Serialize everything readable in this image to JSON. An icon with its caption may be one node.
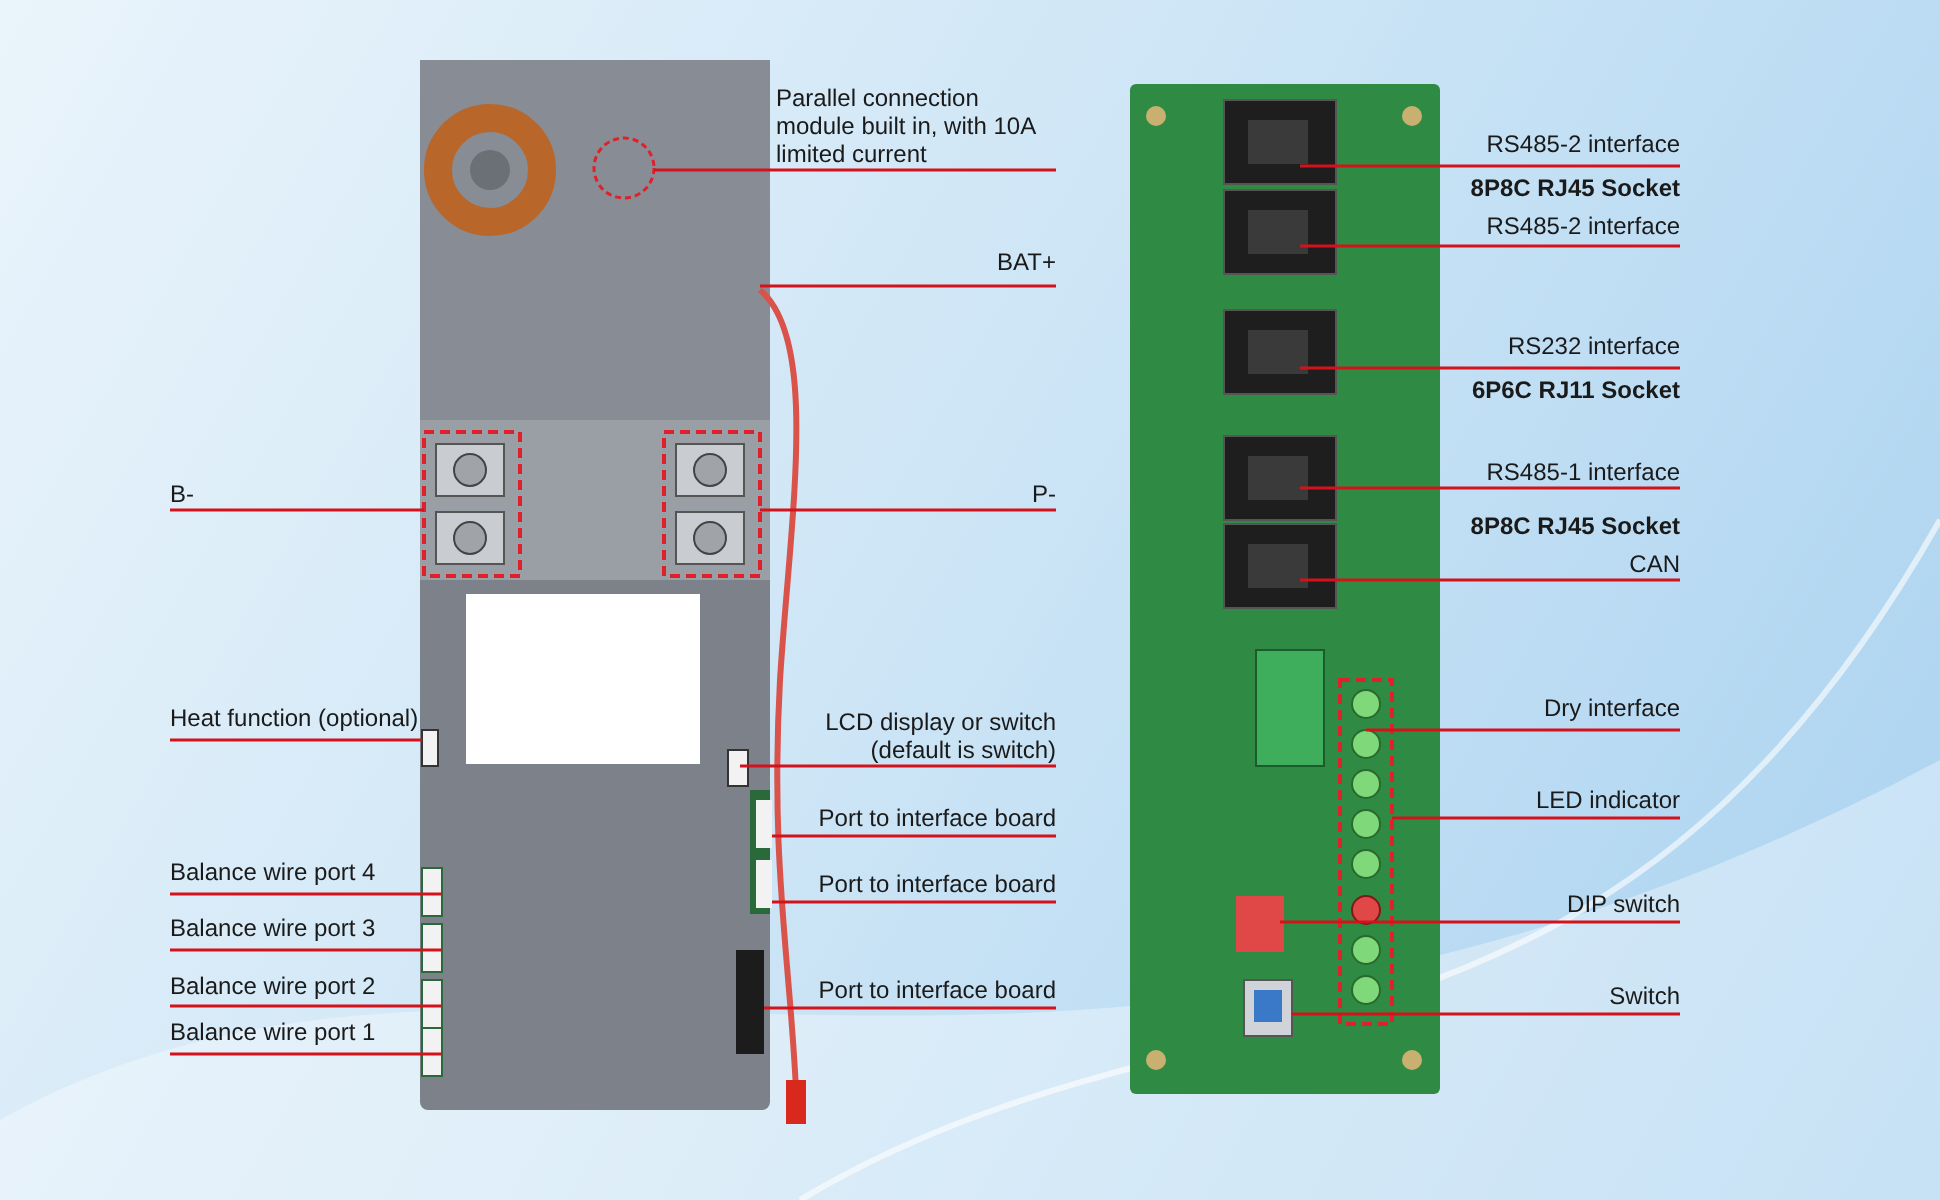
{
  "diagram": {
    "nodes": [
      {
        "text": [
          "Parallel connection module built in, with 10A limited current"
        ]
      },
      {
        "text": [
          "BAT+"
        ]
      },
      {
        "text": [
          "B-"
        ]
      },
      {
        "text": [
          "P-"
        ]
      },
      {
        "text": [
          "Heat function (optional)"
        ]
      },
      {
        "text": [
          "LCD display or switch (default is switch)"
        ]
      },
      {
        "text": [
          "Port to interface board"
        ]
      },
      {
        "text": [
          "Port to interface board"
        ]
      },
      {
        "text": [
          "Port to interface board"
        ]
      },
      {
        "text": [
          "Balance wire port 4"
        ]
      },
      {
        "text": [
          "Balance wire port 3"
        ]
      },
      {
        "text": [
          "Balance wire port 2"
        ]
      },
      {
        "text": [
          "Balance wire port 1"
        ]
      },
      {
        "text": [
          "RS485-2 interface"
        ]
      },
      {
        "text": [
          "RS485-2 interface"
        ]
      },
      {
        "text": [
          "RS232 interface"
        ]
      },
      {
        "text": [
          "RS485-1 interface"
        ]
      },
      {
        "text": [
          "CAN"
        ]
      },
      {
        "text": [
          "Dry interface"
        ]
      },
      {
        "text": [
          "LED indicator"
        ]
      },
      {
        "text": [
          "DIP switch"
        ]
      },
      {
        "text": [
          "Switch"
        ]
      }
    ],
    "edges": [
      {
        "from": 0,
        "to": null,
        "arrow": "none"
      },
      {
        "from": 1,
        "to": null,
        "arrow": "none"
      },
      {
        "from": 2,
        "to": null,
        "arrow": "none"
      },
      {
        "from": 3,
        "to": null,
        "arrow": "none"
      },
      {
        "from": 4,
        "to": null,
        "arrow": "none"
      },
      {
        "from": 5,
        "to": null,
        "arrow": "none"
      },
      {
        "from": 6,
        "to": null,
        "arrow": "none"
      },
      {
        "from": 7,
        "to": null,
        "arrow": "none"
      },
      {
        "from": 8,
        "to": null,
        "arrow": "none"
      },
      {
        "from": 9,
        "to": null,
        "arrow": "none"
      },
      {
        "from": 10,
        "to": null,
        "arrow": "none"
      },
      {
        "from": 11,
        "to": null,
        "arrow": "none"
      },
      {
        "from": 12,
        "to": null,
        "arrow": "none"
      },
      {
        "from": 13,
        "to": null,
        "arrow": "none"
      },
      {
        "from": 14,
        "to": null,
        "arrow": "none"
      },
      {
        "from": 15,
        "to": null,
        "arrow": "none"
      },
      {
        "from": 16,
        "to": null,
        "arrow": "none"
      },
      {
        "from": 17,
        "to": null,
        "arrow": "none"
      },
      {
        "from": 18,
        "to": null,
        "arrow": "none"
      },
      {
        "from": 19,
        "to": null,
        "arrow": "none"
      },
      {
        "from": 20,
        "to": null,
        "arrow": "none"
      },
      {
        "from": 21,
        "to": null,
        "arrow": "none"
      }
    ],
    "labels": [
      "8P8C RJ45 Socket",
      "6P6C RJ11 Socket",
      "8P8C RJ45 Socket"
    ]
  }
}
